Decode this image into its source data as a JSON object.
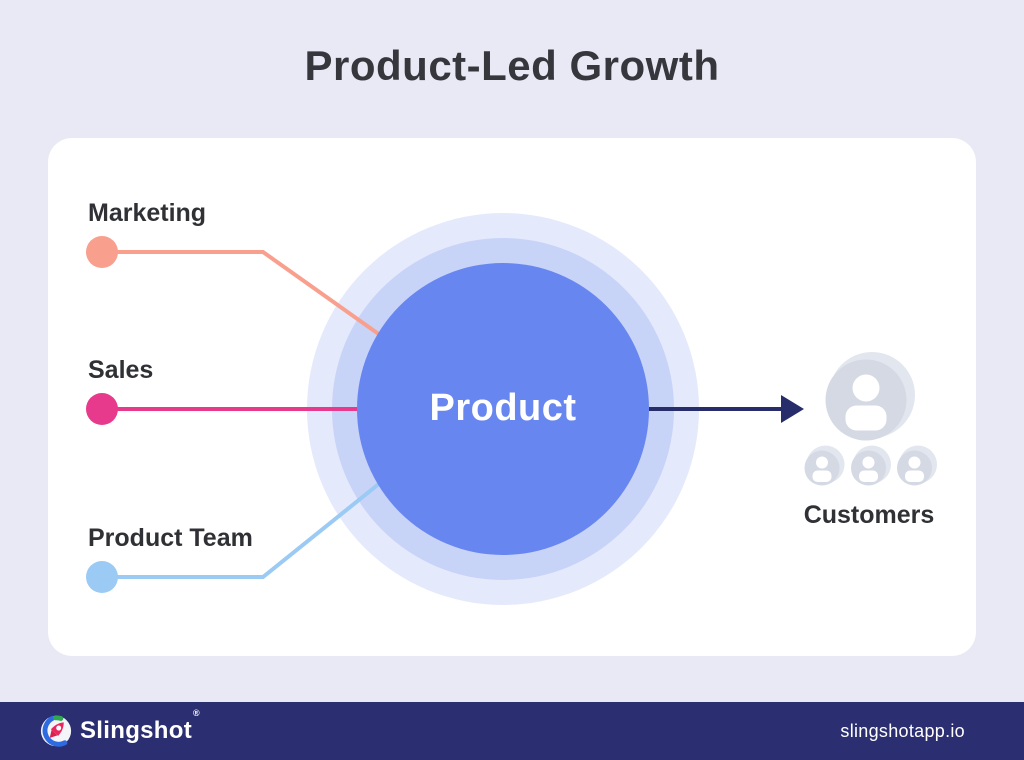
{
  "page": {
    "title": "Product-Led Growth"
  },
  "diagram": {
    "inputs": [
      {
        "id": "marketing",
        "label": "Marketing"
      },
      {
        "id": "sales",
        "label": "Sales"
      },
      {
        "id": "product-team",
        "label": "Product Team"
      }
    ],
    "center": {
      "label": "Product"
    },
    "output": {
      "label": "Customers"
    }
  },
  "footer": {
    "brand": "Slingshot",
    "mark": "®",
    "url": "slingshotapp.io"
  },
  "theme": {
    "--bg": "#E8E9F4",
    "--card-bg": "#FFFFFF",
    "--title-color": "#36373C",
    "--label-color": "#2F3135",
    "--circle-fill": "#6886EF",
    "--ring-mid": "#C8D3F8",
    "--ring-outer": "#E4E9FC",
    "--marketing-color": "#F99F8E",
    "--sales-color": "#E73A8C",
    "--product-team-color": "#9BCAF4",
    "--arrow-color": "#272D6B",
    "--avatar-fill": "#D4D9E4",
    "--avatar-light": "#E2E6EE",
    "--footer-bg": "#2B2E70",
    "--footer-text": "#FFFFFF",
    "--logo-blue": "#2E6BE0",
    "--logo-green": "#2FA850",
    "--logo-pink": "#EC255F",
    "--logo-red": "#D91F4C"
  }
}
